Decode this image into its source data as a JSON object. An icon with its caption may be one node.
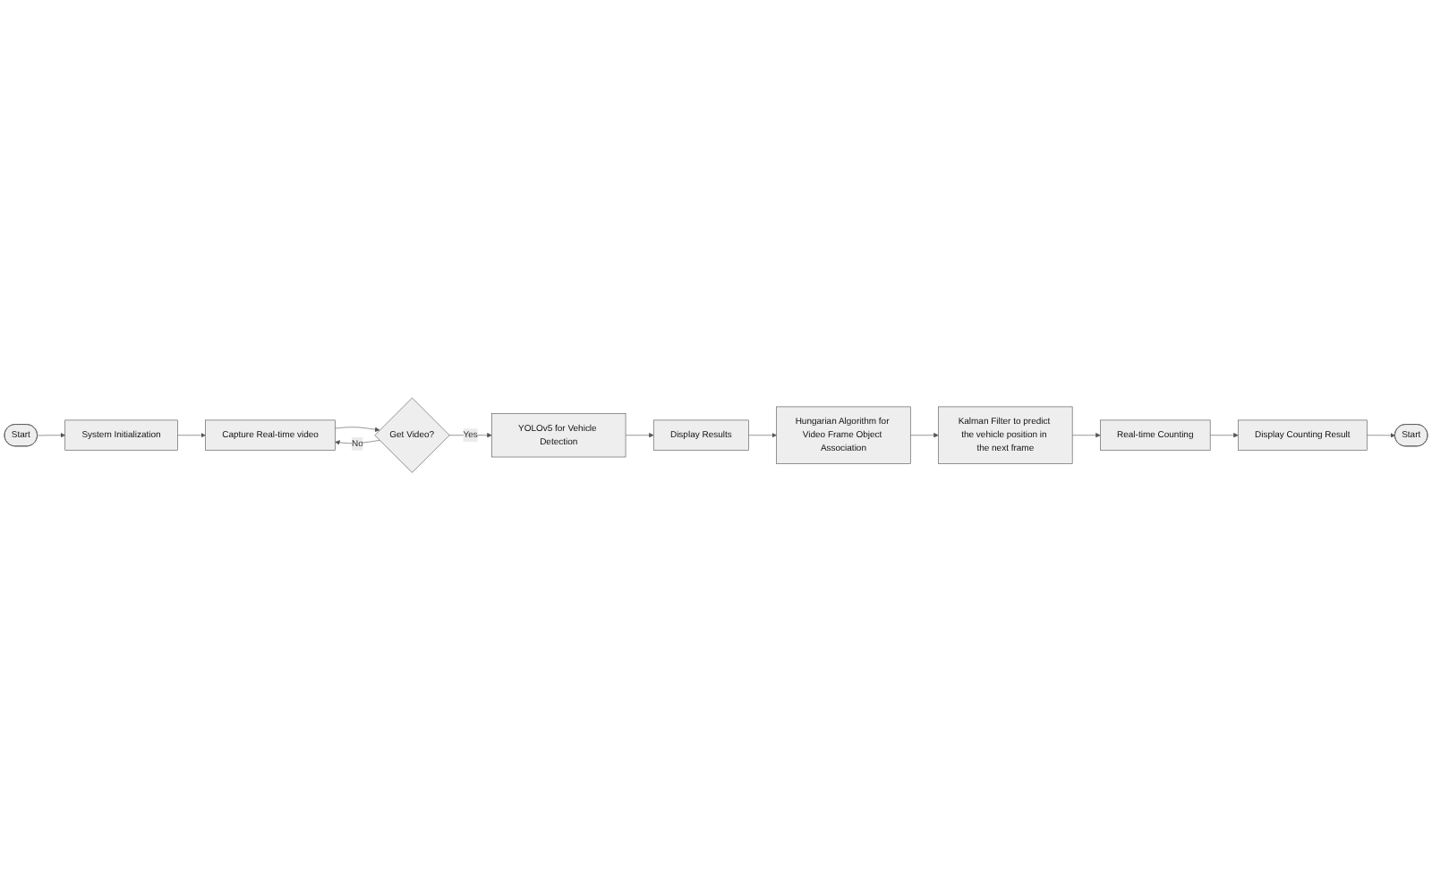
{
  "diagram": {
    "nodes": [
      {
        "text": [
          "Start"
        ]
      },
      {
        "text": [
          "System Initialization"
        ]
      },
      {
        "text": [
          "Capture Real-time video"
        ]
      },
      {
        "text": [
          "Get Video?"
        ]
      },
      {
        "text": [
          "YOLOv5 for Vehicle Detection"
        ]
      },
      {
        "text": [
          "Display Results"
        ]
      },
      {
        "text": [
          "Hungarian Algorithm for Video Frame Object Association"
        ]
      },
      {
        "text": [
          "Kalman Filter to predict the vehicle position in the next frame"
        ]
      },
      {
        "text": [
          "Real-time Counting"
        ]
      },
      {
        "text": [
          "Display Counting Result"
        ]
      },
      {
        "text": [
          "Start"
        ]
      }
    ],
    "edges": [
      {
        "from": 0,
        "to": 1,
        "arrow": "to"
      },
      {
        "from": 1,
        "to": 2,
        "arrow": "to"
      },
      {
        "from": 2,
        "to": 3,
        "arrow": "to"
      },
      {
        "from": 3,
        "to": 2,
        "arrow": "to",
        "label": "No"
      },
      {
        "from": 3,
        "to": 4,
        "arrow": "to",
        "label": "Yes"
      },
      {
        "from": 4,
        "to": 5,
        "arrow": "to"
      },
      {
        "from": 5,
        "to": 6,
        "arrow": "to"
      },
      {
        "from": 6,
        "to": 7,
        "arrow": "to"
      },
      {
        "from": 7,
        "to": 8,
        "arrow": "to"
      },
      {
        "from": 8,
        "to": 9,
        "arrow": "to"
      },
      {
        "from": 9,
        "to": 10,
        "arrow": "to"
      }
    ]
  }
}
